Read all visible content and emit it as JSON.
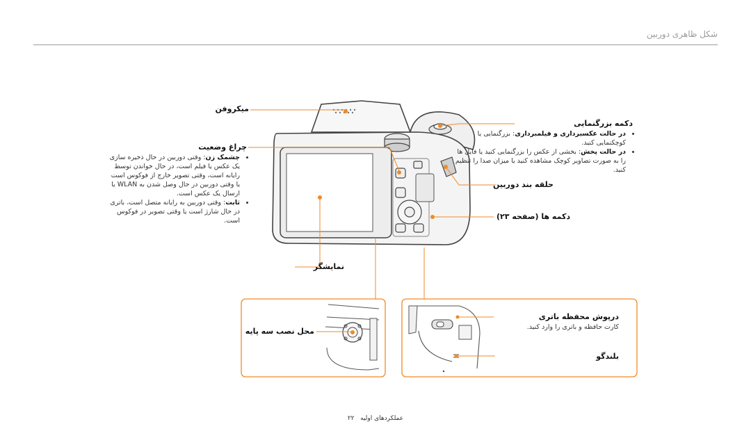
{
  "header": {
    "section_title": "شکل ظاهری دوربین"
  },
  "labels": {
    "microphone": "میکروفن",
    "status_lamp": "چراغ وضعیت",
    "screen": "نمایشگر",
    "zoom_button": "دکمه بزرگنمایی",
    "strap_eyelet": "حلقه بند دوربین",
    "buttons": "دکمه ها (صفحه ۲۳)",
    "tripod_mount": "محل نصب سه پایه",
    "battery_cover": "درپوش محفظه باتری",
    "speaker": "بلندگو"
  },
  "status_lamp_desc": {
    "item1_title": "چشمک زن",
    "item1_text": ": وقتی دوربین در حال ذخیره سازی یک عکس یا فیلم است، در حال خواندن توسط رایانه است، وقتی تصویر خارج از فوکوس است یا وقتی دوربین در حال وصل شدن به WLAN یا ارسال یک عکس است.",
    "item2_title": "ثابت",
    "item2_text": ": وقتی دوربین به رایانه متصل است، باتری در حال شارژ است یا وقتی تصویر در فوکوس است."
  },
  "zoom_desc": {
    "item1_title": "در حالت عکسبرداری و فیلمبرداری",
    "item1_text": ": بزرگنمایی یا کوچکنمایی کنید.",
    "item2_title": "در حالت پخش",
    "item2_text": ": بخشی از عکس را بزرگنمایی کنید یا فایل ها را به صورت تصاویر کوچک مشاهده کنید یا میزان صدا را تنظیم کنید."
  },
  "battery_desc": "کارت حافظه و باتری را وارد کنید.",
  "footer": {
    "page_number": "۲۲",
    "chapter": "عملکردهای اولیه"
  },
  "colors": {
    "callout": "#f08a24",
    "rule": "#9a9a9a"
  }
}
